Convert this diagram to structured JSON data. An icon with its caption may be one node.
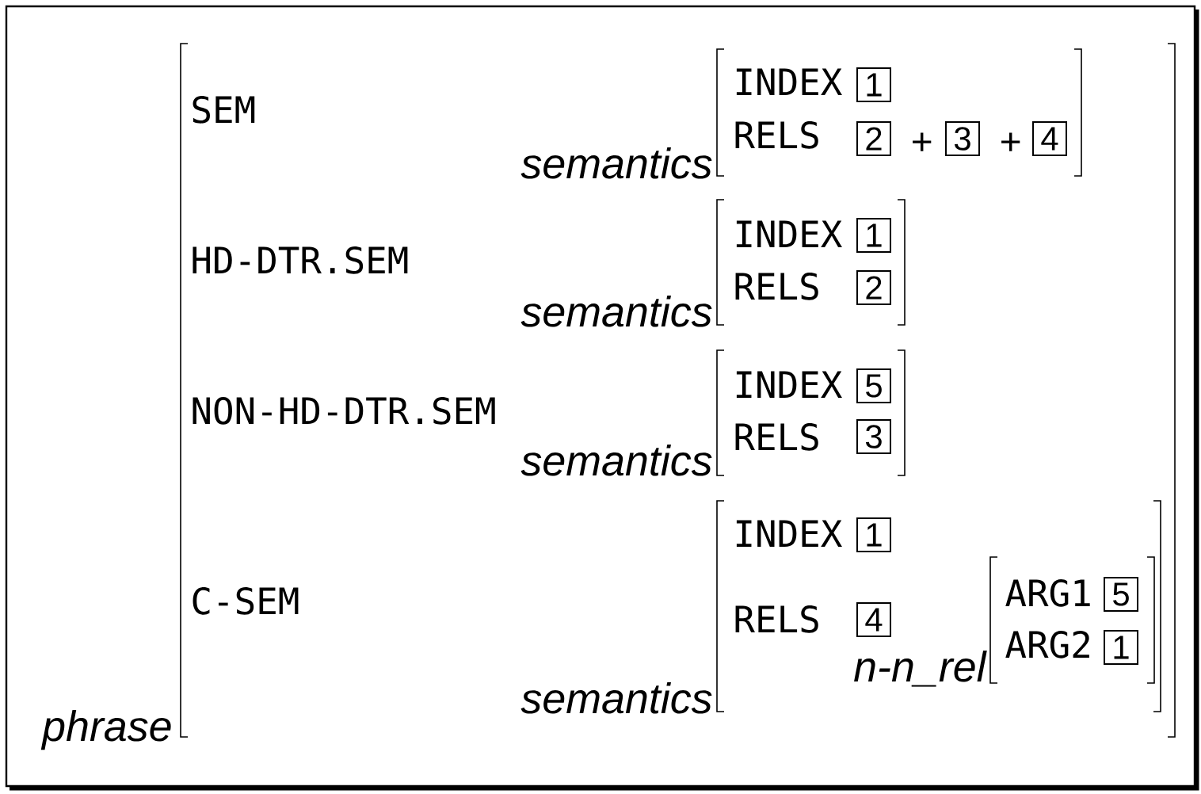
{
  "diagram": {
    "nodes": [
      {
        "text": [
          "1"
        ]
      },
      {
        "text": [
          "2"
        ]
      },
      {
        "text": [
          "3"
        ]
      },
      {
        "text": [
          "4"
        ]
      },
      {
        "text": [
          "1"
        ]
      },
      {
        "text": [
          "2"
        ]
      },
      {
        "text": [
          "5"
        ]
      },
      {
        "text": [
          "3"
        ]
      },
      {
        "text": [
          "1"
        ]
      },
      {
        "text": [
          "4"
        ]
      },
      {
        "text": [
          "5"
        ]
      },
      {
        "text": [
          "1"
        ]
      }
    ],
    "labels": [
      "SEM",
      "INDEX",
      "RELS",
      "+",
      "+",
      "semantics",
      "HD-DTR.SEM",
      "INDEX",
      "RELS",
      "semantics",
      "NON-HD-DTR.SEM",
      "INDEX",
      "RELS",
      "semantics",
      "C-SEM",
      "INDEX",
      "ARG1",
      "RELS",
      "ARG2",
      "n-n_rel",
      "semantics",
      "phrase"
    ]
  }
}
